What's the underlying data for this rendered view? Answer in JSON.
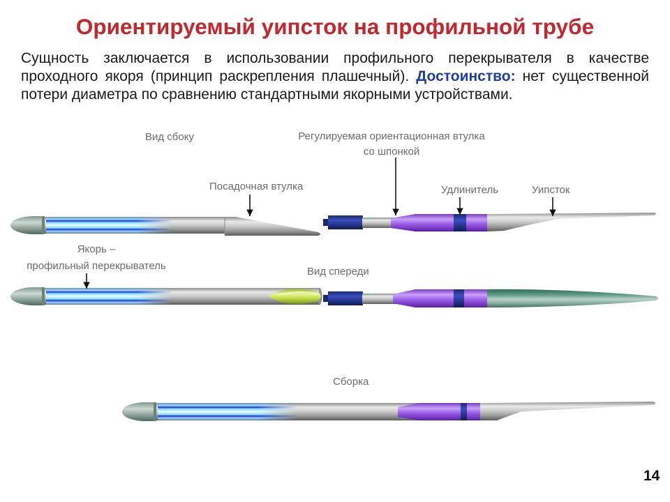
{
  "slide": {
    "title": "Ориентируемый уипсток на профильной трубе",
    "description": {
      "text_before": "Сущность заключается в использовании профильного перекрывателя в качестве проходного якоря (принцип раскрепления плашечный).",
      "highlight_label": "Достоинство:",
      "text_after": "нет существенной потери диаметра по сравнению стандартными якорными устройствами."
    },
    "page_number": "14"
  },
  "diagram": {
    "labels": {
      "side_view": "Вид сбоку",
      "seat_sleeve": "Посадочная втулка",
      "orientation_sleeve_line1": "Регулируемая ориентационная втулка",
      "orientation_sleeve_line2": "со шпонкой",
      "extender": "Удлинитель",
      "whipstock": "Уипсток",
      "anchor_line1": "Якорь –",
      "anchor_line2": "профильный перекрыватель",
      "front_view": "Вид спереди",
      "assembly": "Сборка"
    }
  },
  "colors": {
    "title": "#c1272d",
    "highlight": "#1f3f9f",
    "body_text": "#1a1a1a",
    "label_text": "#6b6b6b",
    "page_number": "#111111"
  }
}
